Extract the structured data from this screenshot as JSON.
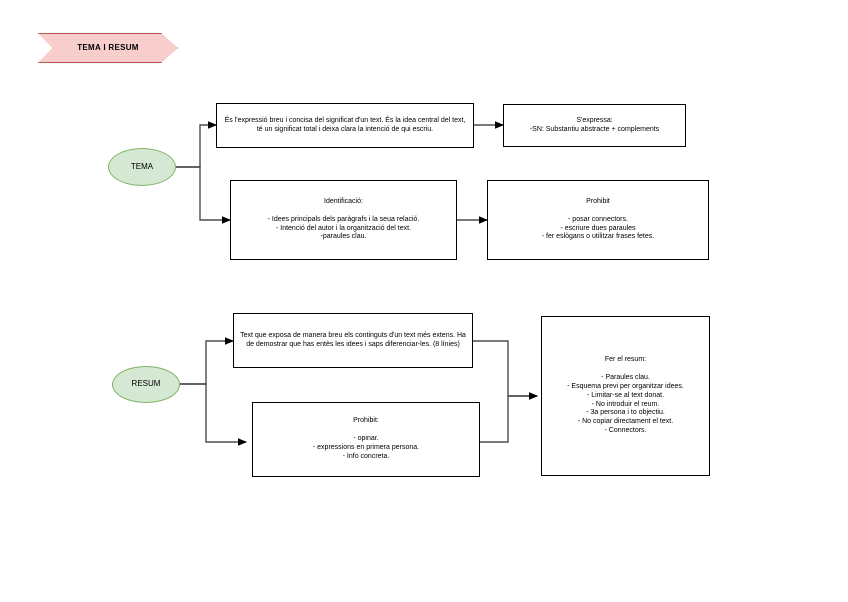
{
  "diagram": {
    "title_banner": {
      "label": "TEMA I RESUM",
      "fill": "#f8cecc",
      "stroke": "#b85450"
    },
    "palette": {
      "ellipse_fill": "#d5e8d4",
      "ellipse_stroke": "#82b366",
      "box_fill": "#ffffff",
      "box_stroke": "#000000",
      "connector": "#4d4d4d"
    },
    "tema": {
      "node_label": "TEMA",
      "definition_box": {
        "text": "És l'expressió breu i concisa del significat d'un text. És la idea central del text, té un significat total i deixa clara la intenció de qui escriu."
      },
      "expression_box": {
        "title": "S'expressa:",
        "lines": [
          "-SN: Substantiu abstracte + complements"
        ]
      },
      "identification_box": {
        "title": "Identificació:",
        "lines": [
          "- Idees principals dels paràgrafs i la seua relació.",
          "- Intenció del autor i la organització del text.",
          "-paraules clau."
        ]
      },
      "forbidden_box": {
        "title": "Prohibit",
        "lines": [
          "- posar connectors.",
          "- escriure dues paraules",
          "- fer eslògans o utilitzar frases fetes."
        ]
      }
    },
    "resum": {
      "node_label": "RESUM",
      "definition_box": {
        "text": "Text que exposa de manera breu els continguts d'un text més extens. Ha de demostrar que has entès les idees i saps diferenciar-les. (8 línies)"
      },
      "forbidden_box": {
        "title": "Prohibit:",
        "lines": [
          "- opinar.",
          "- expressions en primera persona.",
          "- Info concreta."
        ]
      },
      "howto_box": {
        "title": "Fer el resum:",
        "lines": [
          "- Paraules clau.",
          "- Esquema previ per organitzar idees.",
          "- Limitar-se al text donat.",
          "- No introduir el reum.",
          "- 3a persona i to objectiu.",
          "- No copiar directament el text.",
          "- Connectors."
        ]
      }
    }
  }
}
